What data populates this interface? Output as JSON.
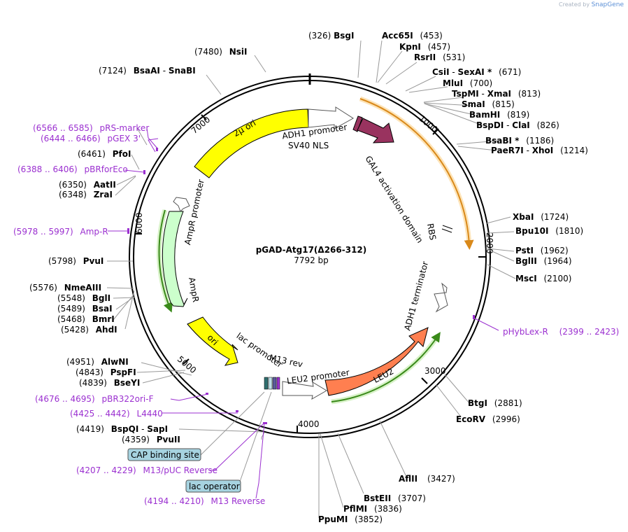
{
  "credit": {
    "prefix": "Created by",
    "brand": "SnapGene"
  },
  "plasmid": {
    "name": "pGAD-Atg17(Δ266-312)",
    "size": "7792 bp"
  },
  "ticks": [
    "1000",
    "2000",
    "3000",
    "4000",
    "5000",
    "6000",
    "7000"
  ],
  "features": {
    "two_micron_ori": "2μ ori",
    "adh1_promoter": "ADH1 promoter",
    "sv40_nls": "SV40 NLS",
    "gal4_ad": "GAL4 activation domain",
    "rbs": "RBS",
    "adh1_terminator": "ADH1 terminator",
    "leu2": "LEU2",
    "leu2_promoter": "LEU2 promoter",
    "m13_rev": "M13 rev",
    "lac_promoter": "lac promoter",
    "ori": "ori",
    "ampr": "AmpR",
    "ampr_promoter": "AmpR promoter"
  },
  "sites": [
    {
      "name": "BsgI",
      "pos": "(326)"
    },
    {
      "name": "Acc65I",
      "pos": "(453)"
    },
    {
      "name": "KpnI",
      "pos": "(457)"
    },
    {
      "name": "RsrII",
      "pos": "(531)"
    },
    {
      "name": "CsiI",
      "name2": "SexAI *",
      "pos": "(671)"
    },
    {
      "name": "MluI",
      "pos": "(700)"
    },
    {
      "name": "TspMI",
      "name2": "XmaI",
      "pos": "(813)"
    },
    {
      "name": "SmaI",
      "pos": "(815)"
    },
    {
      "name": "BamHI",
      "pos": "(819)"
    },
    {
      "name": "BspDI",
      "name2": "ClaI",
      "pos": "(826)"
    },
    {
      "name": "BsaBI *",
      "pos": "(1186)"
    },
    {
      "name": "PaeR7I",
      "name2": "XhoI",
      "pos": "(1214)"
    },
    {
      "name": "XbaI",
      "pos": "(1724)"
    },
    {
      "name": "Bpu10I",
      "pos": "(1810)"
    },
    {
      "name": "PstI",
      "pos": "(1962)"
    },
    {
      "name": "BglII",
      "pos": "(1964)"
    },
    {
      "name": "MscI",
      "pos": "(2100)"
    },
    {
      "name": "BtgI",
      "pos": "(2881)"
    },
    {
      "name": "EcoRV",
      "pos": "(2996)"
    },
    {
      "name": "AflII",
      "pos": "(3427)"
    },
    {
      "name": "BstEII",
      "pos": "(3707)"
    },
    {
      "name": "PflMI",
      "pos": "(3836)"
    },
    {
      "name": "PpuMI",
      "pos": "(3852)"
    },
    {
      "name": "PvuII",
      "pos": "(4359)"
    },
    {
      "name": "BspQI",
      "name2": "SapI",
      "pos": "(4419)"
    },
    {
      "name": "BseYI",
      "pos": "(4839)"
    },
    {
      "name": "PspFI",
      "pos": "(4843)"
    },
    {
      "name": "AlwNI",
      "pos": "(4951)"
    },
    {
      "name": "AhdI",
      "pos": "(5428)"
    },
    {
      "name": "BmrI",
      "pos": "(5468)"
    },
    {
      "name": "BsaI",
      "pos": "(5489)"
    },
    {
      "name": "BglI",
      "pos": "(5548)"
    },
    {
      "name": "NmeAIII",
      "pos": "(5576)"
    },
    {
      "name": "PvuI",
      "pos": "(5798)"
    },
    {
      "name": "ZraI",
      "pos": "(6348)"
    },
    {
      "name": "AatII",
      "pos": "(6350)"
    },
    {
      "name": "PfoI",
      "pos": "(6461)"
    },
    {
      "name": "BsaAI",
      "name2": "SnaBI",
      "pos": "(7124)"
    },
    {
      "name": "NsiI",
      "pos": "(7480)"
    }
  ],
  "primers": [
    {
      "name": "pRS-marker",
      "range": "(6566 .. 6585)"
    },
    {
      "name": "pGEX 3'",
      "range": "(6444 .. 6466)"
    },
    {
      "name": "pBRforEco",
      "range": "(6388 .. 6406)"
    },
    {
      "name": "Amp-R",
      "range": "(5978 .. 5997)"
    },
    {
      "name": "pHybLex-R",
      "range": "(2399 .. 2423)"
    },
    {
      "name": "pBR322ori-F",
      "range": "(4676 .. 4695)"
    },
    {
      "name": "L4440",
      "range": "(4425 .. 4442)"
    },
    {
      "name": "M13/pUC Reverse",
      "range": "(4207 .. 4229)"
    },
    {
      "name": "M13 Reverse",
      "range": "(4194 .. 4210)"
    }
  ],
  "boxes": {
    "cap": "CAP binding site",
    "lac_op": "lac operator"
  },
  "colors": {
    "two_micron_ori": "#ffff00",
    "gal4_ad": "#99335f",
    "leu2": "#ff7f50",
    "ampr": "#ccffcc",
    "ori": "#ffff00",
    "primer": "#9b30d0",
    "orf_orange": "#d9891a",
    "orf_green": "#3a8a1a",
    "box_fill": "#a6d3e0"
  }
}
